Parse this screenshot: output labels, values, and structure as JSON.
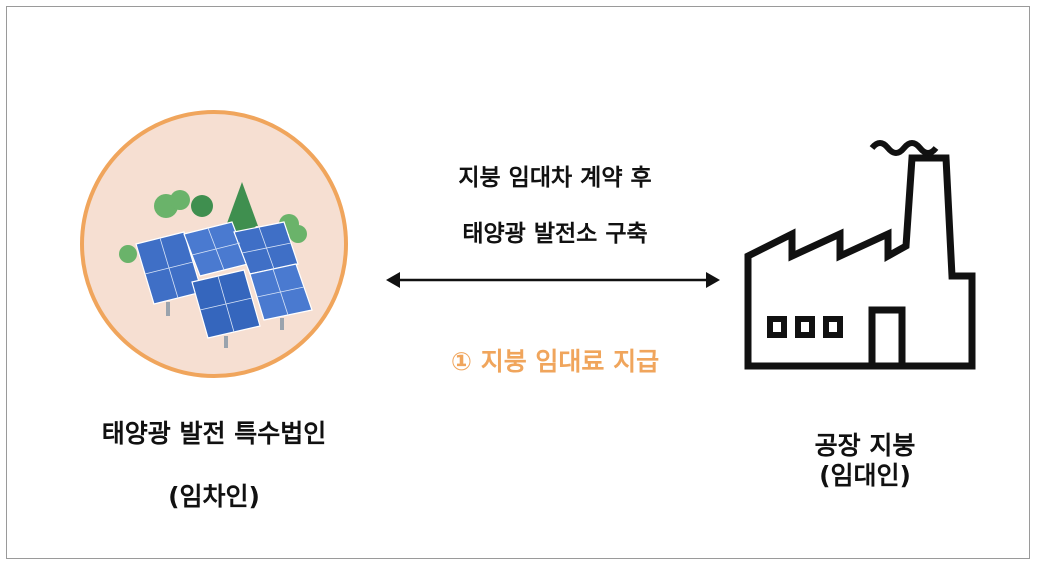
{
  "left_party": {
    "name": "태양광 발전 특수법인",
    "role": "(임차인)",
    "icon": "solar-farm-icon",
    "circle_fill": "#f6dfd2",
    "circle_border": "#f0a55c"
  },
  "right_party": {
    "name": "공장 지붕",
    "role": "(임대인)",
    "icon": "factory-icon"
  },
  "flow": {
    "contract_line1": "지붕 임대차 계약 후",
    "contract_line2": "태양광 발전소 구축",
    "payment": "① 지붕 임대료 지급",
    "payment_color": "#f0a55c",
    "arrow_icon": "double-arrow-icon"
  }
}
